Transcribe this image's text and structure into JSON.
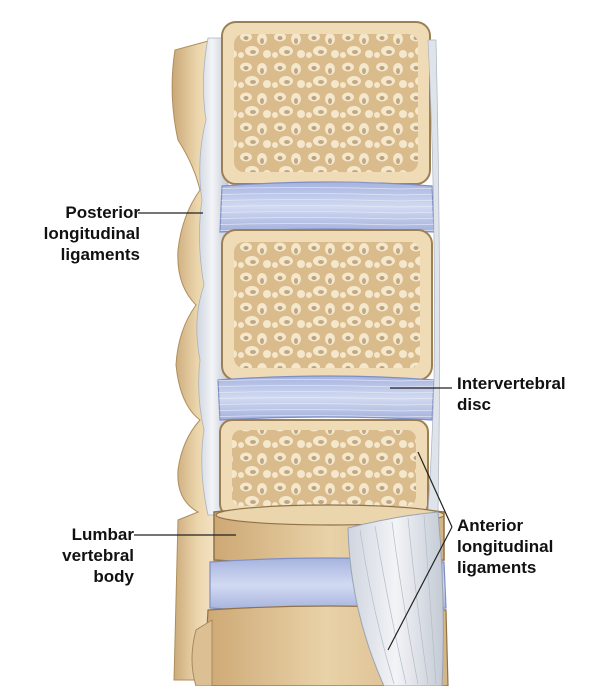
{
  "labels": {
    "posterior": [
      "Posterior",
      "longitudinal",
      "ligaments"
    ],
    "disc": [
      "Intervertebral",
      "disc"
    ],
    "lumbar": [
      "Lumbar",
      "vertebral",
      "body"
    ],
    "anterior": [
      "Anterior",
      "longitudinal",
      "ligaments"
    ]
  },
  "colors": {
    "bone_fill": "#efdcb6",
    "bone_edge": "#9c8055",
    "trabecular": "#c9a97a",
    "trabecular_dark": "#8a6a3e",
    "disc_fill": "#b7c3e6",
    "disc_edge": "#7f8fc4",
    "ligament": "#dfe3ea",
    "posterior_bone": "#e3c89a",
    "leader_line": "#222222"
  }
}
